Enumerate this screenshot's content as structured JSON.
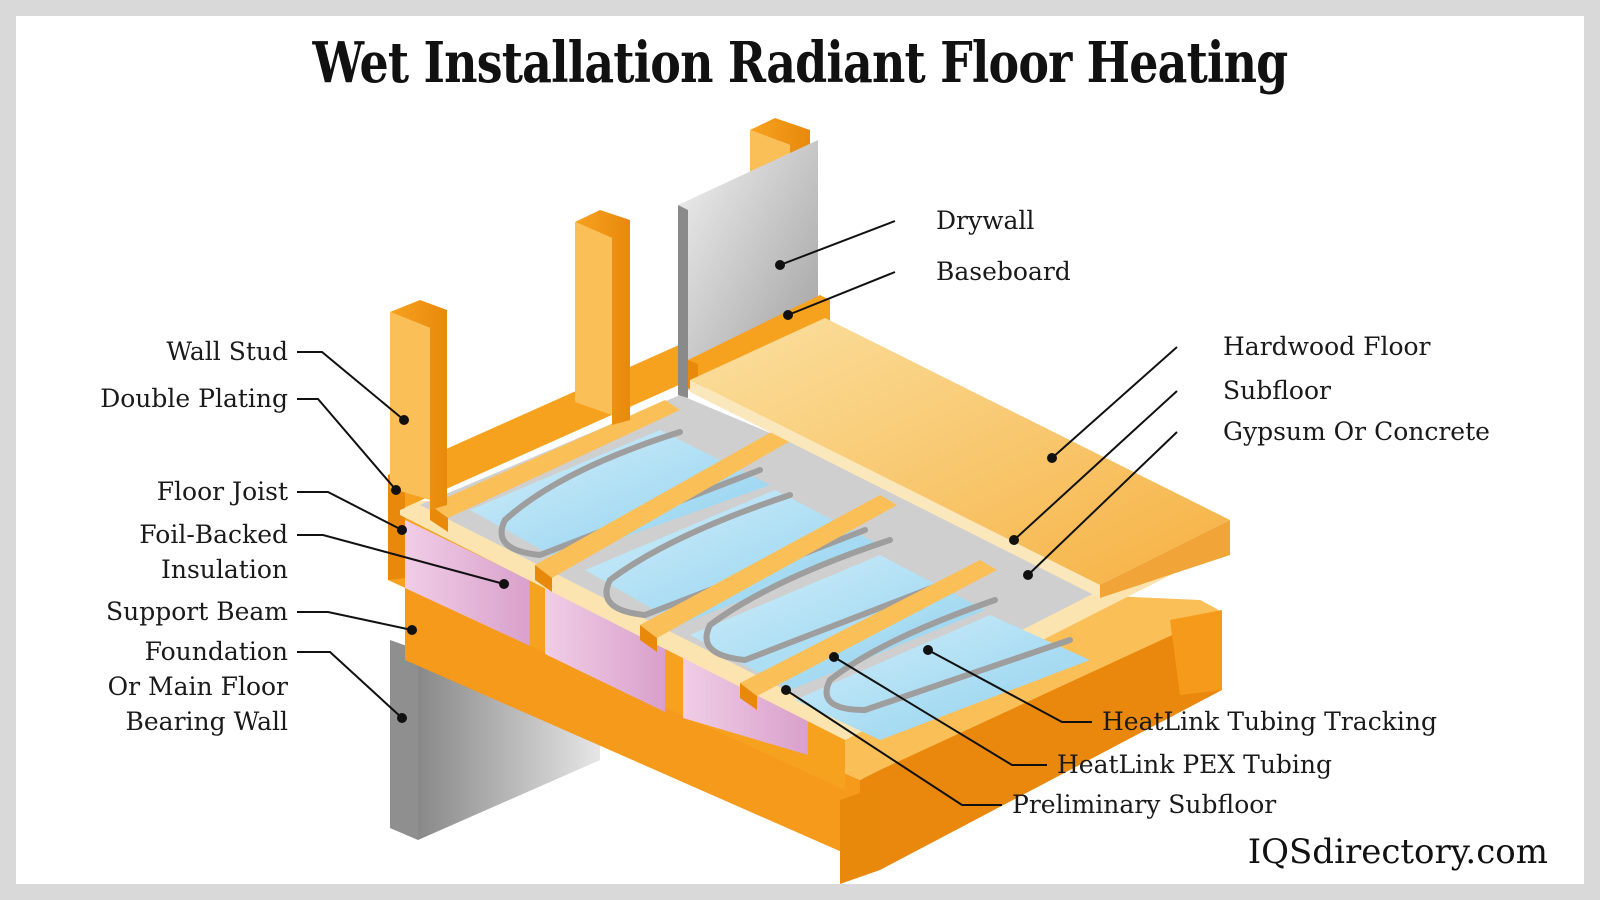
{
  "title": "Wet Installation Radiant Floor Heating",
  "labels": {
    "drywall": "Drywall",
    "baseboard": "Baseboard",
    "hardwood_floor": "Hardwood Floor",
    "subfloor": "Subfloor",
    "gypsum_or_concrete": "Gypsum Or Concrete",
    "wall_stud": "Wall Stud",
    "double_plating": "Double Plating",
    "floor_joist": "Floor Joist",
    "foil_backed_insulation_1": "Foil-Backed",
    "foil_backed_insulation_2": "Insulation",
    "support_beam": "Support Beam",
    "foundation_1": "Foundation",
    "foundation_2": "Or Main Floor",
    "foundation_3": "Bearing Wall",
    "tubing_tracking": "HeatLink Tubing Tracking",
    "pex_tubing": "HeatLink PEX Tubing",
    "preliminary_subfloor": "Preliminary Subfloor"
  },
  "watermark": "IQSdirectory.com",
  "colors": {
    "wood_light": "#fbbf58",
    "wood_mid": "#f7a21f",
    "wood_dark": "#e8890c",
    "hardwood": "#f9bd5a",
    "subfloor": "#fbe0a6",
    "concrete": "#c8c8c8",
    "foil": "#a9dcf2",
    "insulation": "#e4b2d8",
    "drywall": "#bcbcbc",
    "foundation": "#9a9a9a",
    "tubing": "#a8a8a8"
  }
}
